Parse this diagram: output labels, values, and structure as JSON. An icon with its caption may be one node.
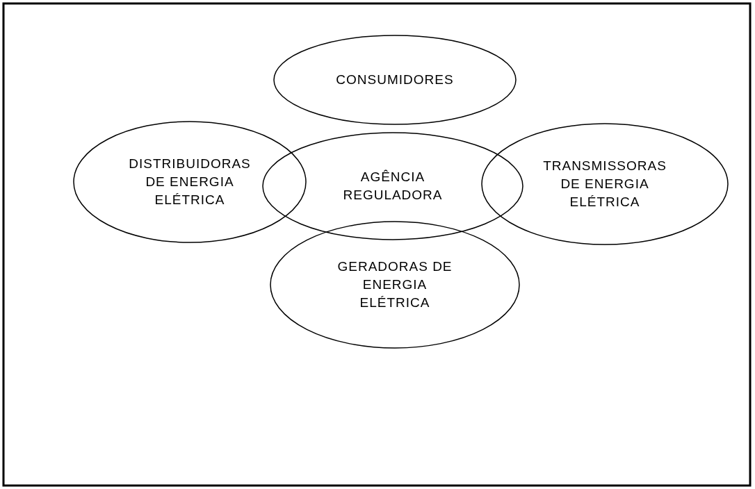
{
  "diagram": {
    "nodes": [
      {
        "text": [
          "CONSUMIDORES"
        ]
      },
      {
        "text": [
          "DISTRIBUIDORAS DE ENERGIA ELÉTRICA"
        ]
      },
      {
        "text": [
          "AGÊNCIA REGULADORA"
        ]
      },
      {
        "text": [
          "TRANSMISSORAS DE ENERGIA ELÉTRICA"
        ]
      },
      {
        "text": [
          "GERADORAS DE ENERGIA ELÉTRICA"
        ]
      }
    ]
  }
}
